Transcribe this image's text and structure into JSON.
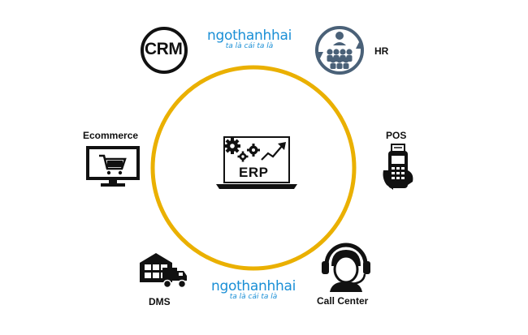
{
  "center": {
    "label": "ERP"
  },
  "modules": {
    "crm": {
      "label": "CRM",
      "icon": "crm-badge-icon"
    },
    "hr": {
      "label": "HR",
      "icon": "people-cycle-icon"
    },
    "pos": {
      "label": "POS",
      "icon": "payment-terminal-icon"
    },
    "ecommerce": {
      "label": "Ecommerce",
      "icon": "monitor-cart-icon"
    },
    "dms": {
      "label": "DMS",
      "icon": "delivery-truck-icon"
    },
    "call_center": {
      "label": "Call Center",
      "icon": "headset-agent-icon"
    }
  },
  "watermark": {
    "brand": "ngothanhhai",
    "tagline": "ta là cái ta là"
  },
  "colors": {
    "ring": "#eab000",
    "watermark": "#1a8fd6",
    "icon": "#111111"
  }
}
